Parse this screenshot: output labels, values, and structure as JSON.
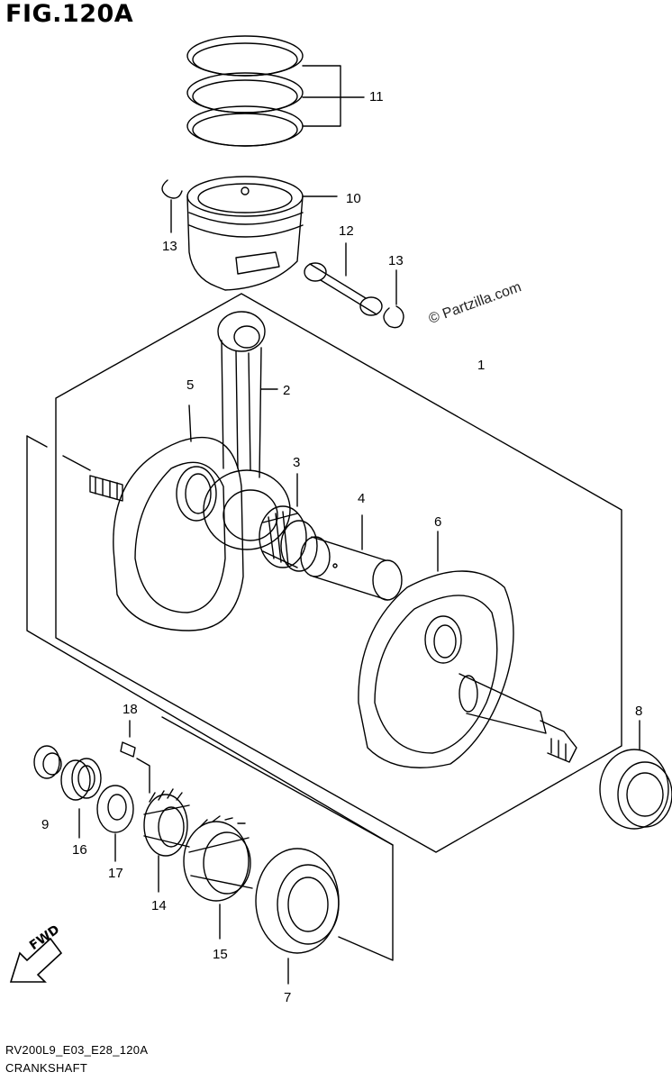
{
  "figure": {
    "title": "FIG.120A",
    "watermark": "© Partzilla.com",
    "footer_code": "RV200L9_E03_E28_120A",
    "footer_name": "CRANKSHAFT",
    "fwd_label": "FWD"
  },
  "callouts": {
    "c1": "1",
    "c2": "2",
    "c3": "3",
    "c4": "4",
    "c5": "5",
    "c6": "6",
    "c7": "7",
    "c8": "8",
    "c9": "9",
    "c10": "10",
    "c11": "11",
    "c12": "12",
    "c13a": "13",
    "c13b": "13",
    "c14": "14",
    "c15": "15",
    "c16": "16",
    "c17": "17",
    "c18": "18"
  }
}
